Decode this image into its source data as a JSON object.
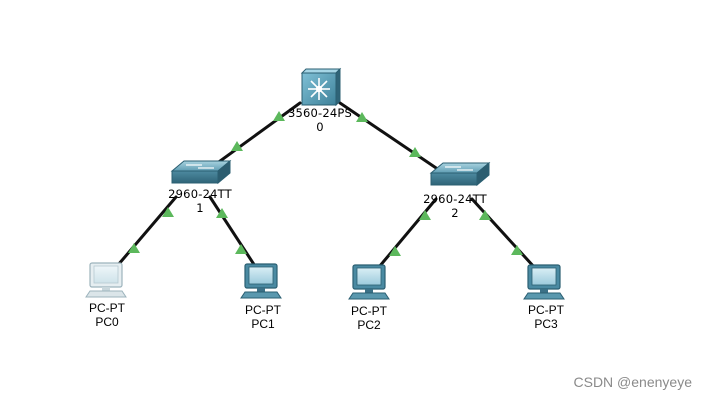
{
  "devices": {
    "core_switch": {
      "model": "3560-24PS",
      "name": "0"
    },
    "switch_left": {
      "model": "2960-24TT",
      "name": "1"
    },
    "switch_right": {
      "model": "2960-24TT",
      "name": "2"
    },
    "pc0": {
      "model": "PC-PT",
      "name": "PC0"
    },
    "pc1": {
      "model": "PC-PT",
      "name": "PC1"
    },
    "pc2": {
      "model": "PC-PT",
      "name": "PC2"
    },
    "pc3": {
      "model": "PC-PT",
      "name": "PC3"
    }
  },
  "link_status_color": "#5cb85c",
  "watermark": "CSDN @enenyeye"
}
